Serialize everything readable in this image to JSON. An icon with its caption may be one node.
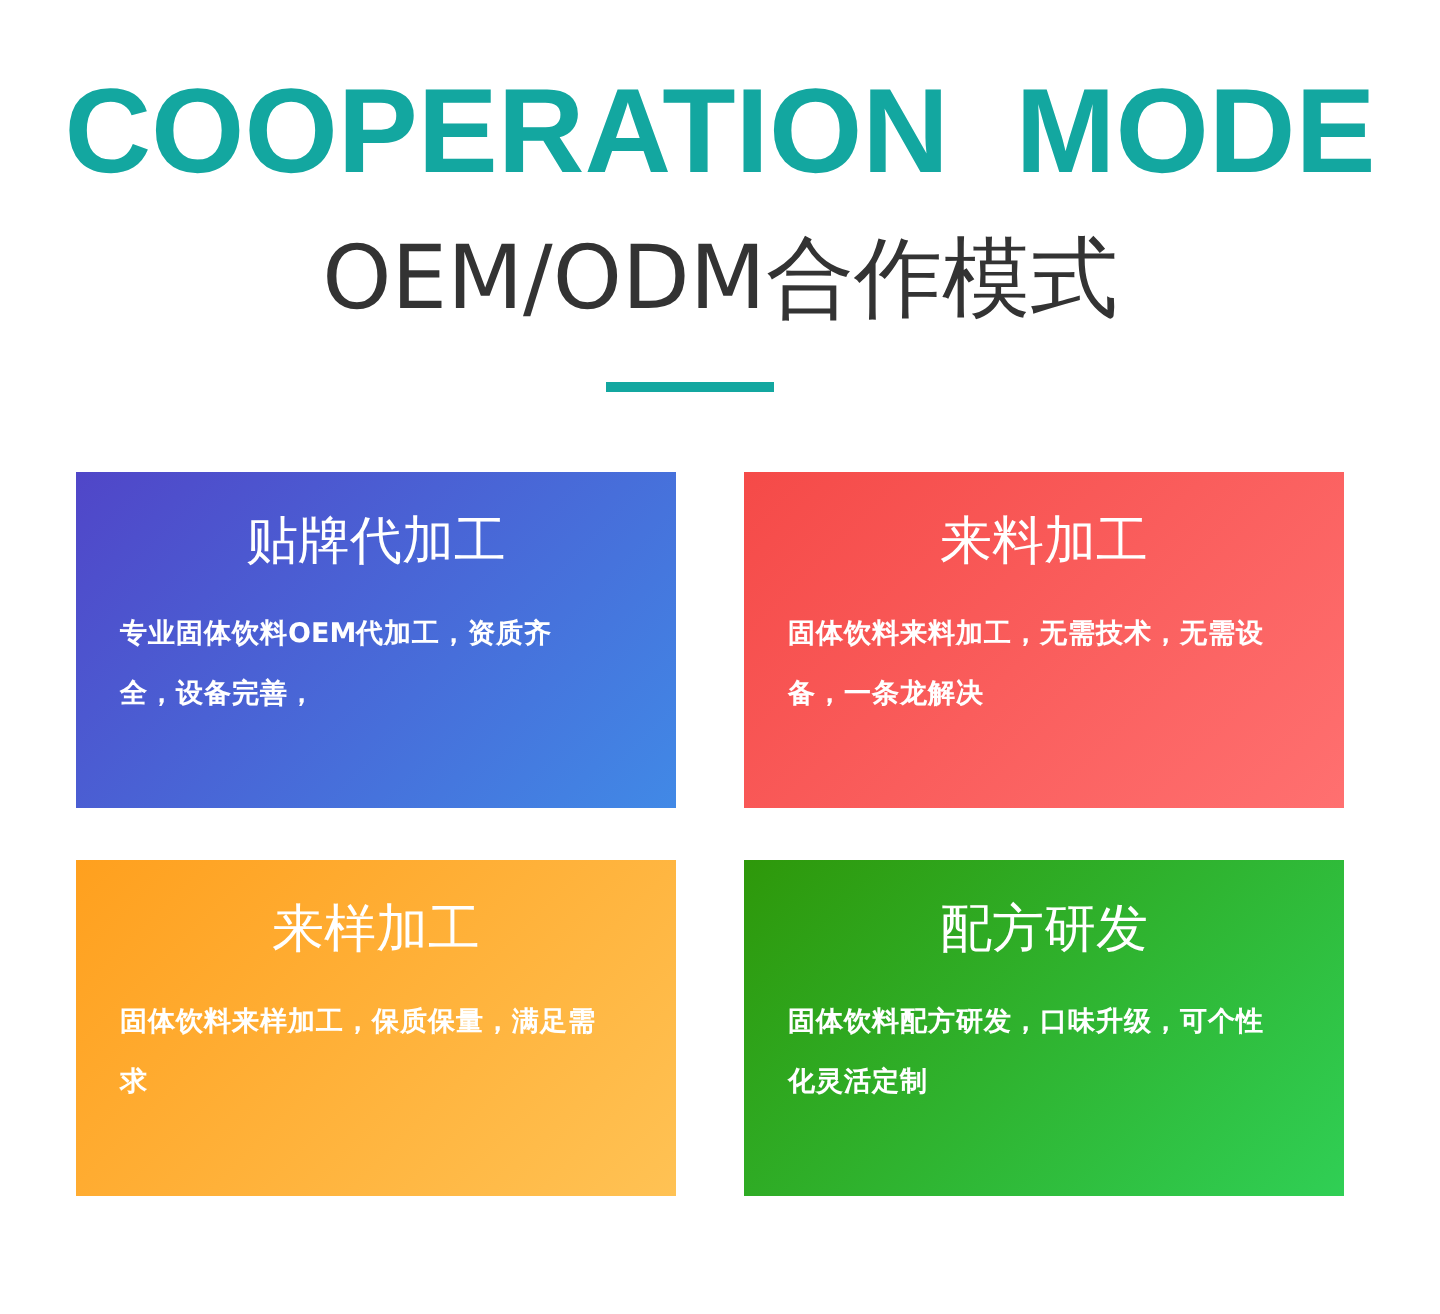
{
  "diagram": {
    "title": "COOPERATION  MODE",
    "nodes": [
      {
        "text": [
          "贴牌代加工",
          "专业固体饮料OEM代加工，资质齐全，设备完善，"
        ]
      },
      {
        "text": [
          "来料加工",
          "固体饮料来料加工，无需技术，无需设备，一条龙解决"
        ]
      },
      {
        "text": [
          "来样加工",
          "固体饮料来样加工，保质保量，满足需求"
        ]
      },
      {
        "text": [
          "配方研发",
          "固体饮料配方研发，口味升级，可个性化灵活定制"
        ]
      }
    ],
    "labels": [
      "OEM/ODM合作模式"
    ]
  }
}
